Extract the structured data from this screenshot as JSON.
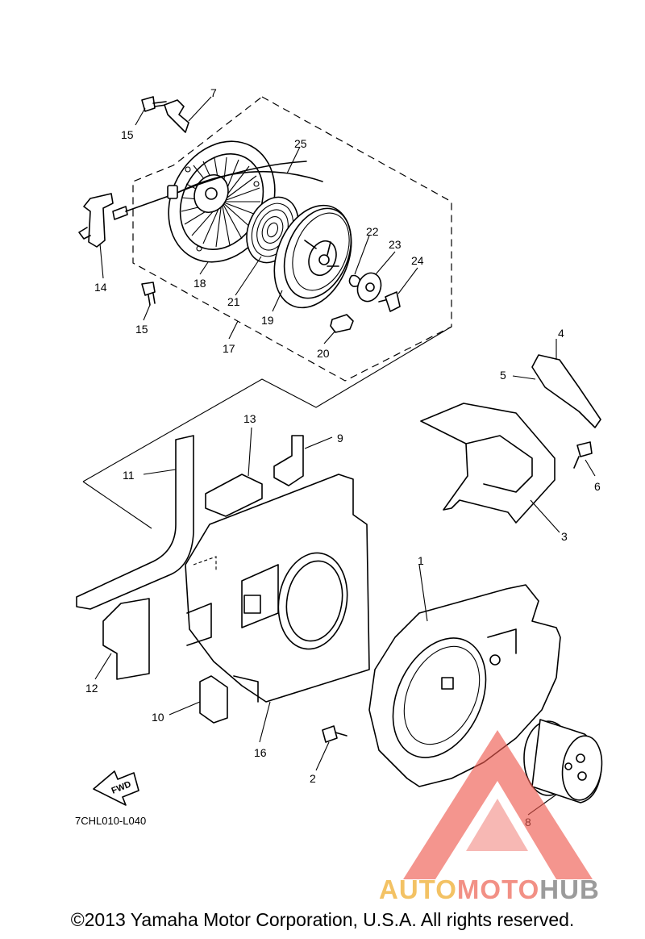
{
  "diagram_code": "7CHL010-L040",
  "fwd_label": "FWD",
  "copyright": "©2013 Yamaha Motor Corporation, U.S.A. All rights reserved.",
  "watermark": {
    "part1": "AUTO",
    "part2": "MOTO",
    "part3": "HUB",
    "colors": {
      "auto": "#f2b84a",
      "moto": "#f07d70",
      "hub": "#8a8a8a",
      "triangle": "#ee5a4f"
    }
  },
  "callouts": {
    "c1": "1",
    "c2": "2",
    "c3": "3",
    "c4": "4",
    "c5": "5",
    "c6": "6",
    "c7": "7",
    "c8": "8",
    "c9": "9",
    "c10": "10",
    "c11": "11",
    "c12": "12",
    "c13": "13",
    "c14": "14",
    "c15a": "15",
    "c15b": "15",
    "c16": "16",
    "c17": "17",
    "c18": "18",
    "c19": "19",
    "c20": "20",
    "c21": "21",
    "c22": "22",
    "c23": "23",
    "c24": "24",
    "c25": "25"
  }
}
